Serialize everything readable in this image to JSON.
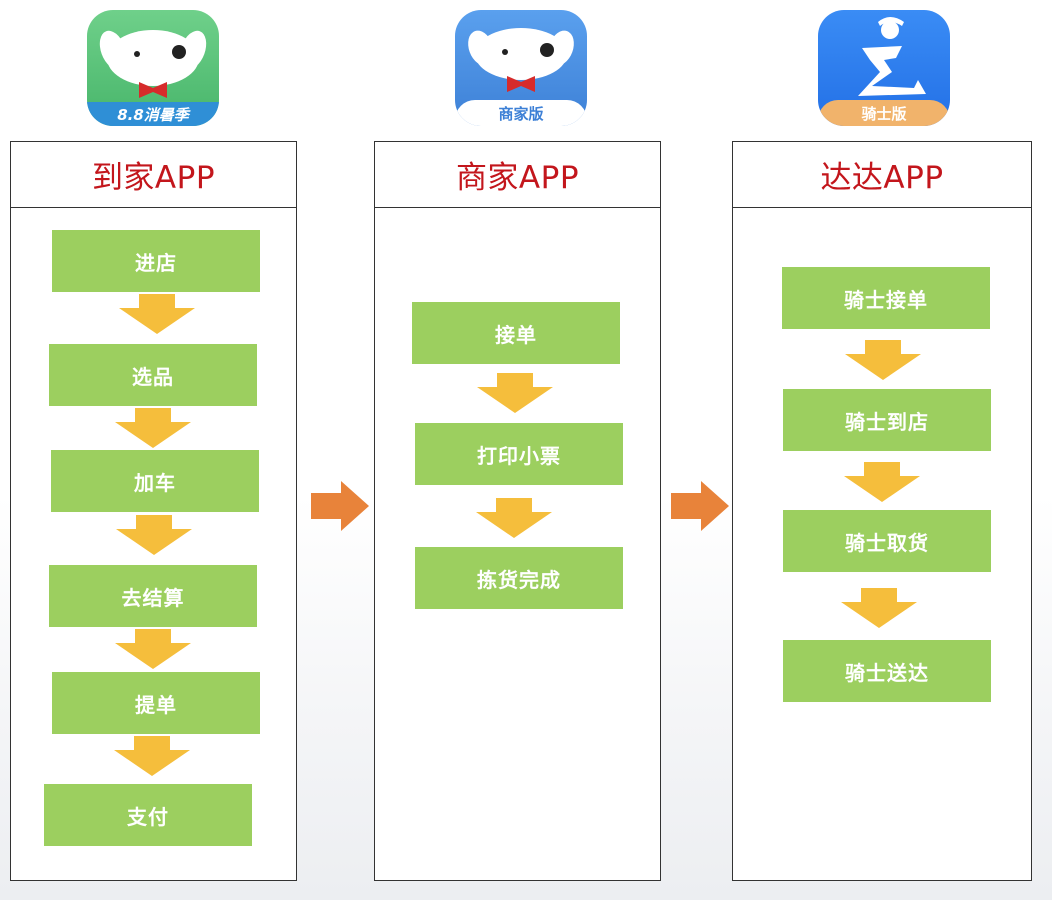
{
  "icons": {
    "daojia": {
      "banner": "8.8消暑季",
      "bg": "#6dc97c",
      "banner_bg": "#2f8fd6"
    },
    "shangjia": {
      "banner": "商家版",
      "bg": "#4a8ee0",
      "banner_bg": "#ffffff"
    },
    "dada": {
      "banner": "骑士版",
      "bg": "#2b7df0",
      "banner_bg": "#f1b36b"
    }
  },
  "panels": [
    {
      "title": "到家APP",
      "steps": [
        "进店",
        "选品",
        "加车",
        "去结算",
        "提单",
        "支付"
      ]
    },
    {
      "title": "商家APP",
      "steps": [
        "接单",
        "打印小票",
        "拣货完成"
      ]
    },
    {
      "title": "达达APP",
      "steps": [
        "骑士接单",
        "骑士到店",
        "骑士取货",
        "骑士送达"
      ]
    }
  ],
  "colors": {
    "step": "#9ccf5f",
    "down_arrow": "#f5be3c",
    "right_arrow": "#e8833a",
    "title": "#c3161c"
  }
}
